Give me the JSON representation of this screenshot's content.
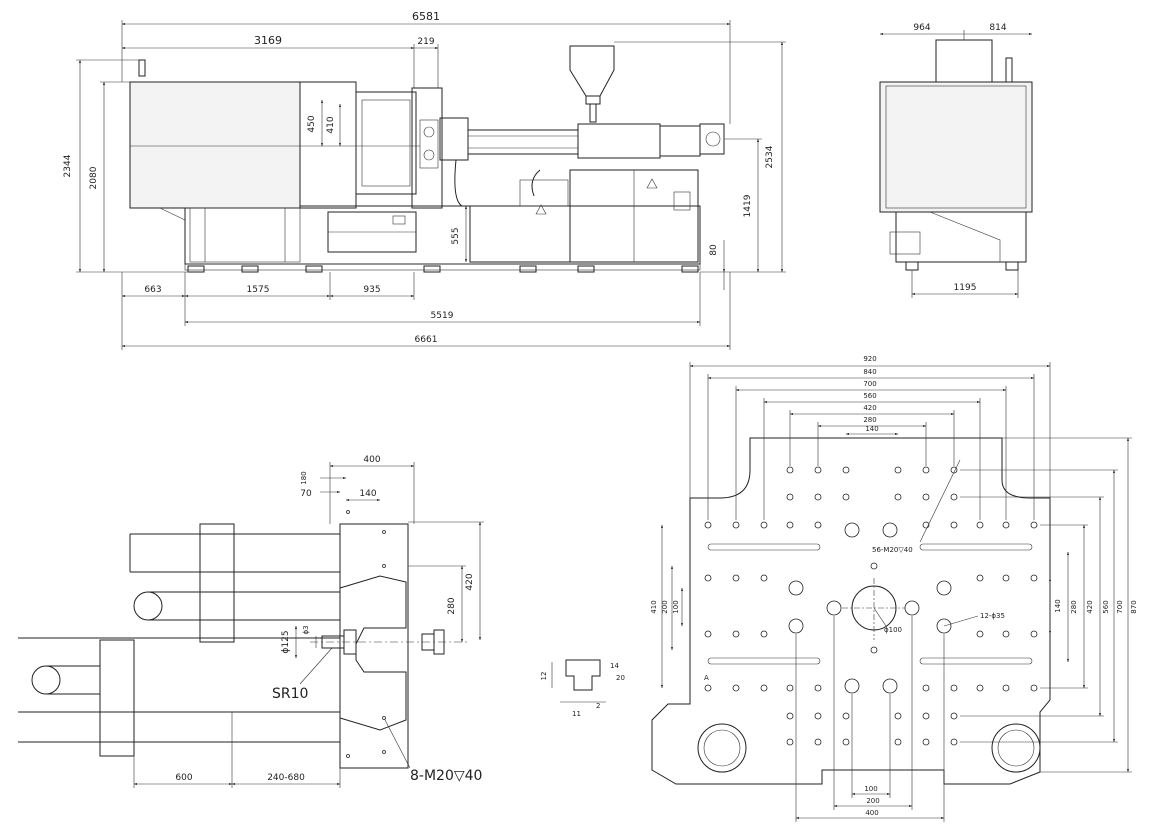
{
  "side_view": {
    "dims": {
      "overall_top": "6581",
      "clamp_length": "3169",
      "d219": "219",
      "width_top_left": "964",
      "width_top_right": "814",
      "height_total": "2344",
      "height_frame": "2080",
      "d450": "450",
      "d410": "410",
      "height_right": "2534",
      "height_nozzle": "1419",
      "d555": "555",
      "d80": "80",
      "d663": "663",
      "d1575": "1575",
      "d935": "935",
      "d5519": "5519",
      "d6661": "6661",
      "d1195": "1195"
    }
  },
  "mold_section": {
    "dims": {
      "d400": "400",
      "d180": "180",
      "d70": "70",
      "d140": "140",
      "d420": "420",
      "d280": "280",
      "dia125": "ϕ125",
      "dia3": "ϕ3",
      "sr10": "SR10",
      "d600": "600",
      "d240_680": "240-680",
      "bolt_note": "8-M20▽40",
      "slot_w": "12",
      "slot_h": "20",
      "slot_hole": "14",
      "slot_a": "11",
      "slot_b": "2"
    }
  },
  "platen_view": {
    "top_dims": [
      "920",
      "840",
      "700",
      "560",
      "420",
      "280",
      "140"
    ],
    "right_dims": [
      "140",
      "280",
      "420",
      "560",
      "700",
      "870"
    ],
    "left_dims": [
      "410",
      "200",
      "100"
    ],
    "bottom_dims": [
      "100",
      "200",
      "400"
    ],
    "note_tapped": "56-M20▽40",
    "note_holes": "12-ϕ35",
    "center_hole": "ϕ100",
    "label_a": "A"
  }
}
